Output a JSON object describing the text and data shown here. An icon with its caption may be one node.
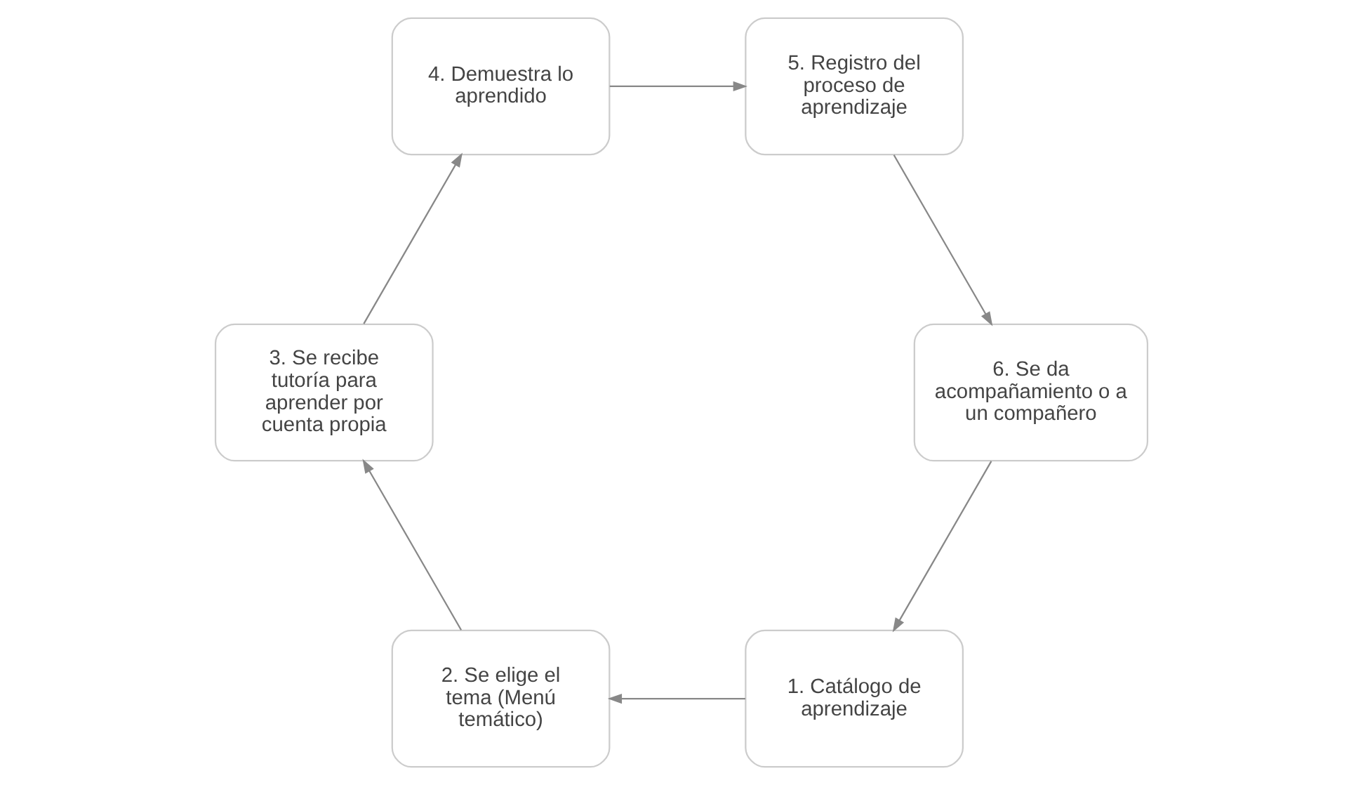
{
  "diagram": {
    "nodes": [
      {
        "text": [
          "1. Catálogo de aprendizaje"
        ]
      },
      {
        "text": [
          "2. Se elige el tema (Menú temático)"
        ]
      },
      {
        "text": [
          "3. Se recibe tutoría para aprender por cuenta propia"
        ]
      },
      {
        "text": [
          "4. Demuestra lo aprendido"
        ]
      },
      {
        "text": [
          "5. Registro del proceso de aprendizaje"
        ]
      },
      {
        "text": [
          "6. Se da acompañamiento o a un compañero"
        ]
      }
    ],
    "edges": [
      {
        "from": 0,
        "to": 1,
        "arrow": "to"
      },
      {
        "from": 1,
        "to": 2,
        "arrow": "to"
      },
      {
        "from": 2,
        "to": 3,
        "arrow": "to"
      },
      {
        "from": 3,
        "to": 4,
        "arrow": "to"
      },
      {
        "from": 4,
        "to": 5,
        "arrow": "to"
      },
      {
        "from": 5,
        "to": 0,
        "arrow": "to"
      }
    ]
  }
}
